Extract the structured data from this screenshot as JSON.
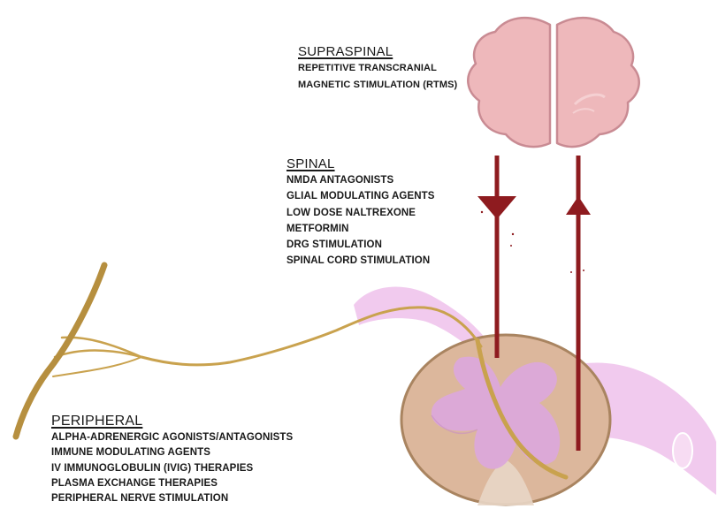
{
  "diagram": {
    "supraspinal": {
      "heading": "SUPRASPINAL",
      "items": [
        "REPETITIVE TRANSCRANIAL",
        "MAGNETIC  STIMULATION (RTMS)"
      ]
    },
    "spinal": {
      "heading": "SPINAL",
      "items": [
        "NMDA ANTAGONISTS",
        "GLIAL MODULATING AGENTS",
        "LOW DOSE NALTREXONE",
        "METFORMIN",
        "DRG STIMULATION",
        "SPINAL CORD STIMULATION"
      ]
    },
    "peripheral": {
      "heading": "PERIPHERAL",
      "items": [
        "ALPHA-ADRENERGIC AGONISTS/ANTAGONISTS",
        "IMMUNE MODULATING AGENTS",
        "IV IMMUNOGLOBULIN (IVIG) THERAPIES",
        "PLASMA  EXCHANGE THERAPIES",
        "PERIPHERAL NERVE STIMULATION"
      ]
    },
    "colors": {
      "brain": "#eeb8bb",
      "brain_outline": "#c98b93",
      "pathway": "#8e1b1f",
      "nerve": "#c9a24e",
      "cord_tissue": "#dcb79c",
      "cord_outline": "#a98460",
      "grey_matter": "#dba8da",
      "nerve_root": "#f0c4ec"
    }
  }
}
